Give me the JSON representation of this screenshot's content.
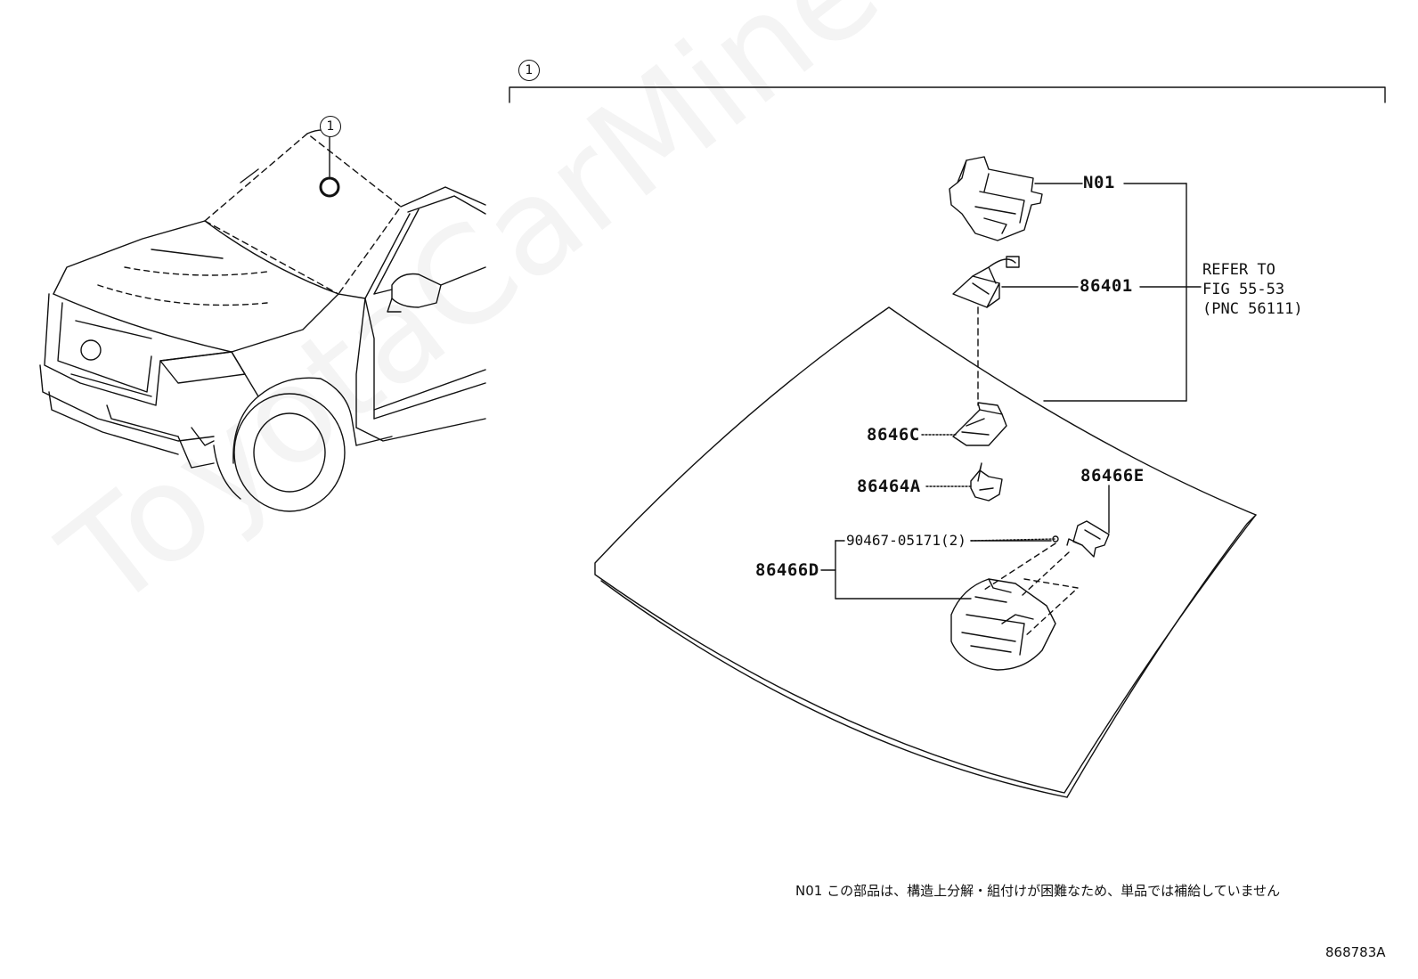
{
  "watermark": "ToyotaCarMine.ru",
  "callouts": {
    "ref_circle_left": "1",
    "ref_circle_top": "1"
  },
  "parts": {
    "n01": "N01",
    "p86401": "86401",
    "p8646c": "8646C",
    "p86464a": "86464A",
    "p86466e": "86466E",
    "p90467": "90467-05171(2)",
    "p86466d": "86466D"
  },
  "refer": {
    "line1": "REFER TO",
    "line2": "FIG 55-53",
    "line3": "(PNC 56111)"
  },
  "footnote": "N01 この部品は、構造上分解・組付けが困難なため、単品では補給していません",
  "diagram_code": "868783A",
  "colors": {
    "line": "#111111",
    "watermark": "#d8d8d8",
    "background": "#ffffff"
  }
}
